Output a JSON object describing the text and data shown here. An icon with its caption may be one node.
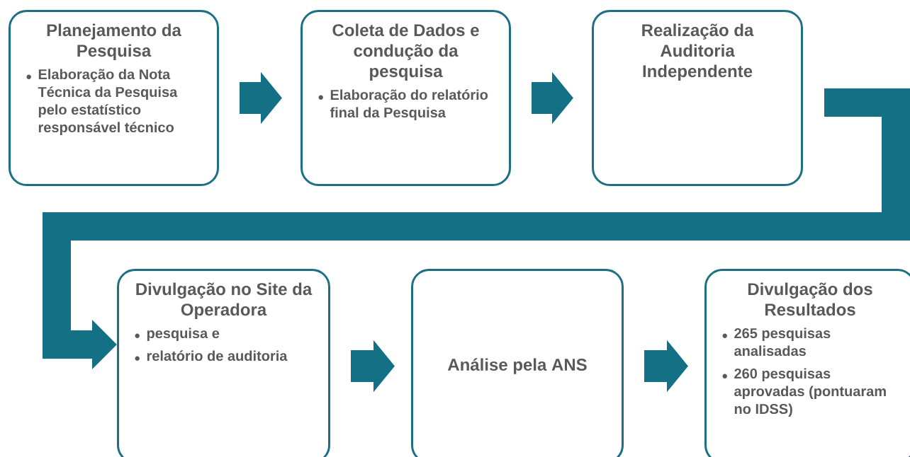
{
  "diagram": {
    "nodes": [
      {
        "text": [
          "Planejamento da Pesquisa",
          "Elaboração da Nota Técnica da Pesquisa pelo estatístico responsável técnico"
        ]
      },
      {
        "text": [
          "Coleta de Dados e condução da pesquisa",
          "Elaboração do relatório final da Pesquisa"
        ]
      },
      {
        "text": [
          "Realização da Auditoria Independente"
        ]
      },
      {
        "text": [
          "Divulgação no Site da Operadora",
          "pesquisa e",
          "relatório de auditoria"
        ]
      },
      {
        "text": [
          "Análise pela ANS"
        ]
      },
      {
        "text": [
          "Divulgação dos Resultados",
          "265 pesquisas analisadas",
          "260 pesquisas aprovadas (pontuaram no IDSS)"
        ]
      }
    ],
    "edges": [
      {
        "from": 0,
        "to": 1,
        "arrow": "to"
      },
      {
        "from": 1,
        "to": 2,
        "arrow": "to"
      },
      {
        "from": 2,
        "to": 3,
        "arrow": "to"
      },
      {
        "from": 3,
        "to": 4,
        "arrow": "to"
      },
      {
        "from": 4,
        "to": 5,
        "arrow": "to"
      }
    ]
  }
}
